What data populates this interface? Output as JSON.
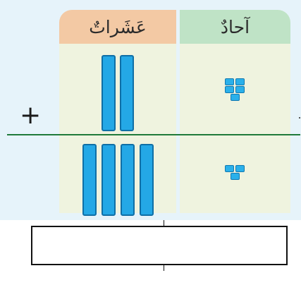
{
  "columns": {
    "tens_label": "عَشَراتٌ",
    "ones_label": "آحادٌ"
  },
  "operator": "+",
  "top_number": {
    "tens": 2,
    "ones": 5
  },
  "bottom_number": {
    "tens": 4,
    "ones": 3
  },
  "colors": {
    "background": "#e6f3fa",
    "tens_header": "#f3c9a4",
    "ones_header": "#bfe3c6",
    "column_body": "#eff3df",
    "rod_fill": "#24a8e6",
    "rod_border": "#0f6fa6",
    "divider": "#1f7a3a"
  },
  "answer_box": {
    "value": ""
  }
}
